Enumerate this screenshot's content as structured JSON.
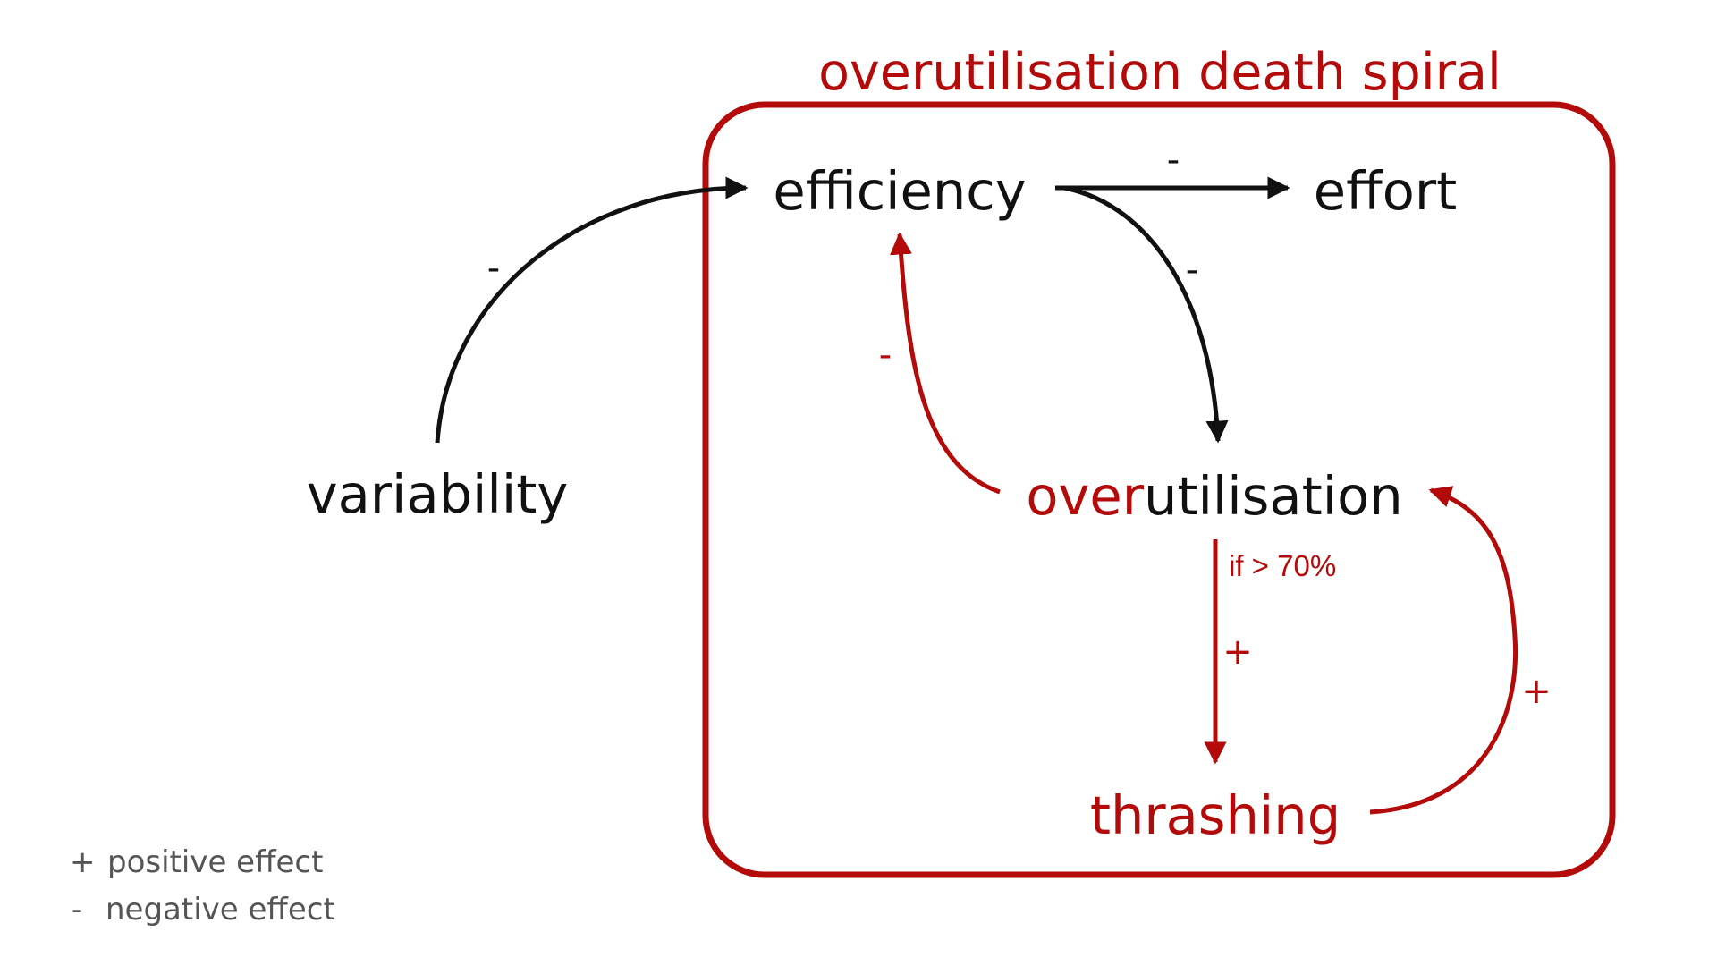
{
  "colors": {
    "accent": "#b30a0a",
    "text": "#111111",
    "legend": "#555555",
    "background": "#ffffff"
  },
  "title": "overutilisation death spiral",
  "nodes": {
    "variability": "variability",
    "efficiency": "efficiency",
    "effort": "effort",
    "overutilisation_prefix": "over",
    "overutilisation_rest": "utilisation",
    "thrashing": "thrashing"
  },
  "edges": {
    "variability_to_efficiency": {
      "sign": "-"
    },
    "efficiency_to_effort": {
      "sign": "-"
    },
    "efficiency_to_overutilisation": {
      "sign": "-"
    },
    "overutilisation_to_efficiency": {
      "sign": "-"
    },
    "overutilisation_to_thrashing": {
      "sign": "+",
      "condition": "if > 70%"
    },
    "thrashing_to_overutilisation": {
      "sign": "+"
    }
  },
  "legend": {
    "positive_symbol": "+",
    "positive_label": "positive effect",
    "negative_symbol": "-",
    "negative_label": "negative effect"
  }
}
